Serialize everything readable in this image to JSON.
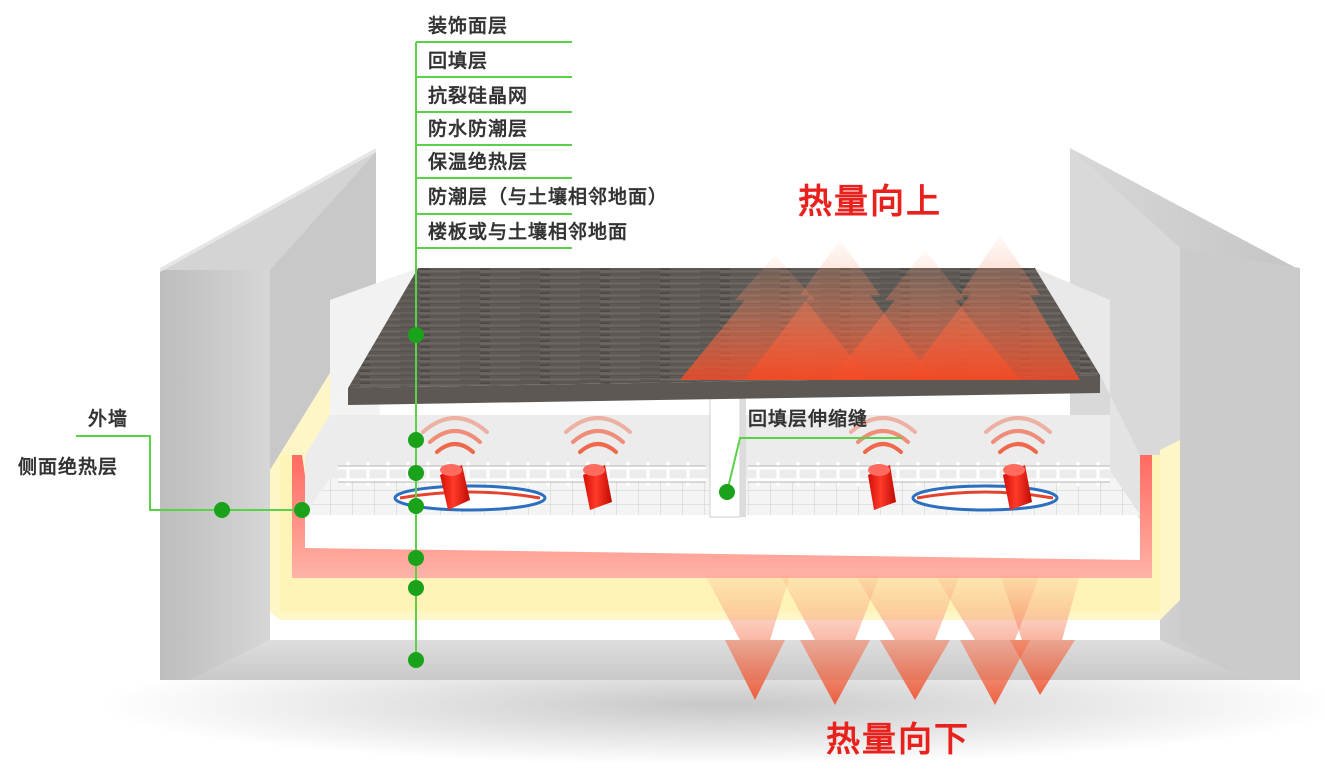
{
  "labels": {
    "decor_layer": "装饰面层",
    "backfill_layer": "回填层",
    "crack_mesh": "抗裂硅晶网",
    "waterproof_layer": "防水防潮层",
    "insulation_layer": "保温绝热层",
    "moisture_layer": "防潮层（与土壤相邻地面）",
    "floor_slab": "楼板或与土壤相邻地面",
    "outer_wall": "外墙",
    "side_insulation": "侧面绝热层",
    "expansion_joint": "回填层伸缩缝",
    "heat_up": "热量向上",
    "heat_down": "热量向下"
  },
  "colors": {
    "leader_green": "#5bd14a",
    "dot_green": "#1aa31a",
    "heat_red": "#e8211c",
    "wall_grey": "#cfcfcf",
    "insulation_yellow": "#fff6c8",
    "pipe_red": "#f21a10"
  },
  "icons": [
    "heat-wave-icon",
    "heat-arrow-up-icon",
    "heat-arrow-down-icon"
  ]
}
